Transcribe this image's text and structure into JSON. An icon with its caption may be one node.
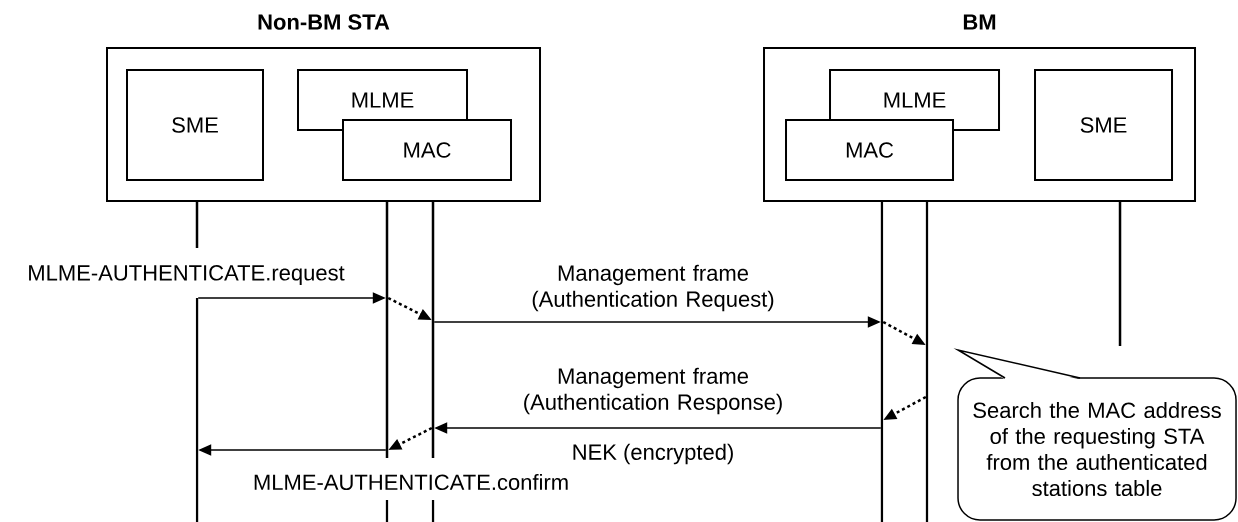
{
  "diagram": {
    "nodes": [
      {
        "text": [
          "Non-BM STA"
        ]
      },
      {
        "text": [
          "SME"
        ],
        "in": 0
      },
      {
        "text": [
          "MLME"
        ],
        "in": 0
      },
      {
        "text": [
          "MAC"
        ],
        "in": 0
      },
      {
        "text": [
          "BM"
        ]
      },
      {
        "text": [
          "MLME"
        ],
        "in": 4
      },
      {
        "text": [
          "MAC"
        ],
        "in": 4
      },
      {
        "text": [
          "SME"
        ],
        "in": 4
      },
      {
        "text": [
          "Search the MAC address of the requesting STA from the authenticated stations table"
        ]
      },
      {
        "text": [],
        "shape": "bar"
      },
      {
        "text": [],
        "shape": "bar"
      },
      {
        "text": [],
        "shape": "bar"
      },
      {
        "text": [],
        "shape": "bar"
      },
      {
        "text": [],
        "shape": "bar"
      },
      {
        "text": [],
        "shape": "bar"
      }
    ],
    "edges": [
      {
        "from": 9,
        "to": 10,
        "arrow": "to",
        "label": "MLME-AUTHENTICATE.request"
      },
      {
        "from": 10,
        "to": 11,
        "arrow": "to",
        "style": "dashed"
      },
      {
        "from": 11,
        "to": 12,
        "arrow": "to",
        "label": "Management frame (Authentication Request)"
      },
      {
        "from": 12,
        "to": 13,
        "arrow": "to",
        "style": "dashed"
      },
      {
        "from": 13,
        "to": 12,
        "arrow": "to",
        "style": "dashed"
      },
      {
        "from": 12,
        "to": 11,
        "arrow": "to",
        "label": "Management frame (Authentication Response)"
      },
      {
        "from": 11,
        "to": 10,
        "arrow": "to",
        "style": "dashed"
      },
      {
        "from": 10,
        "to": 9,
        "arrow": "to",
        "label": "MLME-AUTHENTICATE.confirm"
      }
    ],
    "labels": [
      "NEK (encrypted)"
    ]
  }
}
